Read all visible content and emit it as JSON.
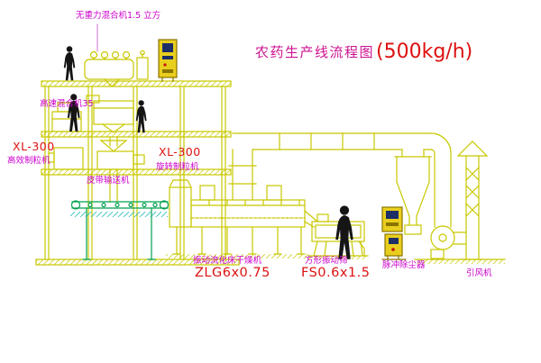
{
  "title": {
    "main": "农药生产线流程图",
    "capacity": "(500kg/h)"
  },
  "labels": {
    "top_mixer": "无重力混合机1.5 立方",
    "high_speed_mixer": "高速混合机35",
    "granulator_left_model": "XL-300",
    "granulator_left_name": "高效制粒机",
    "granulator_mid_model": "XL-300",
    "granulator_mid_name": "旋转制粒机",
    "belt_conveyor": "皮带输送机",
    "dryer_name": "振动流化床干燥机",
    "dryer_model": "ZLG6x0.75",
    "screen_name": "方形振动筛",
    "screen_model": "FS0.6x1.5",
    "dust_collector": "脉冲除尘器",
    "fan": "引风机"
  },
  "colors": {
    "line_yellow": "#c8c800",
    "line_green": "#00a050",
    "line_cyan": "#00b0b0",
    "label_magenta": "#cc00cc",
    "label_red": "#dd1111",
    "panel_yellow": "#e9cf1d",
    "figure_black": "#151515",
    "background": "#ffffff"
  }
}
